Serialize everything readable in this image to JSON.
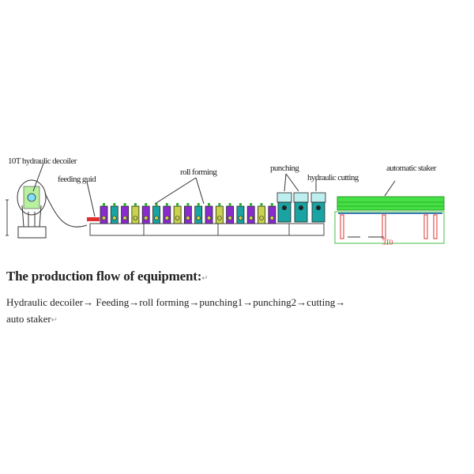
{
  "diagram": {
    "labels": {
      "decoiler": "10T hydraulic decoiler",
      "feeding": "feeding guid",
      "roll_forming": "roll forming",
      "punching": "punching",
      "cutting": "hydraulic cutting",
      "staker": "automatic staker",
      "dimension": "3T0"
    },
    "roll_station_count": 17,
    "colors": {
      "roller_purple": "#8a2bd0",
      "roller_teal": "#1aa3a3",
      "roller_yellow": "#c8d24a",
      "stacker_green": "#33dd33",
      "cut_red": "#e03030"
    }
  },
  "text": {
    "heading": "The production flow of equipment:",
    "heading_mark": "↵",
    "flow_line": "Hydraulic decoiler→  Feeding→roll forming→punching1→punching2→cutting→",
    "flow_line2": "auto staker",
    "flow_mark": "↵"
  }
}
